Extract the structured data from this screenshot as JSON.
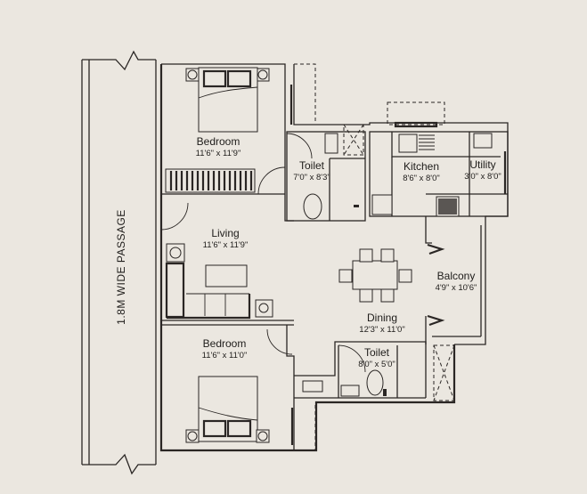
{
  "plan": {
    "background_color": "#ebe7e0",
    "line_color": "#2a2624",
    "passage_label": "1.8M WIDE PASSAGE",
    "rooms": [
      {
        "id": "bedroom-1",
        "name": "Bedroom",
        "dimensions": "11'6\" x 11'9\""
      },
      {
        "id": "toilet-1",
        "name": "Toilet",
        "dimensions": "7'0\" x 8'3\""
      },
      {
        "id": "kitchen",
        "name": "Kitchen",
        "dimensions": "8'6\" x 8'0\""
      },
      {
        "id": "utility",
        "name": "Utility",
        "dimensions": "3'0\" x 8'0\""
      },
      {
        "id": "living",
        "name": "Living",
        "dimensions": "11'6\" x 11'9\""
      },
      {
        "id": "balcony",
        "name": "Balcony",
        "dimensions": "4'9\" x 10'6\""
      },
      {
        "id": "dining",
        "name": "Dining",
        "dimensions": "12'3\" x 11'0\""
      },
      {
        "id": "bedroom-2",
        "name": "Bedroom",
        "dimensions": "11'6\" x 11'0\""
      },
      {
        "id": "toilet-2",
        "name": "Toilet",
        "dimensions": "8'0\" x 5'0\""
      }
    ]
  }
}
